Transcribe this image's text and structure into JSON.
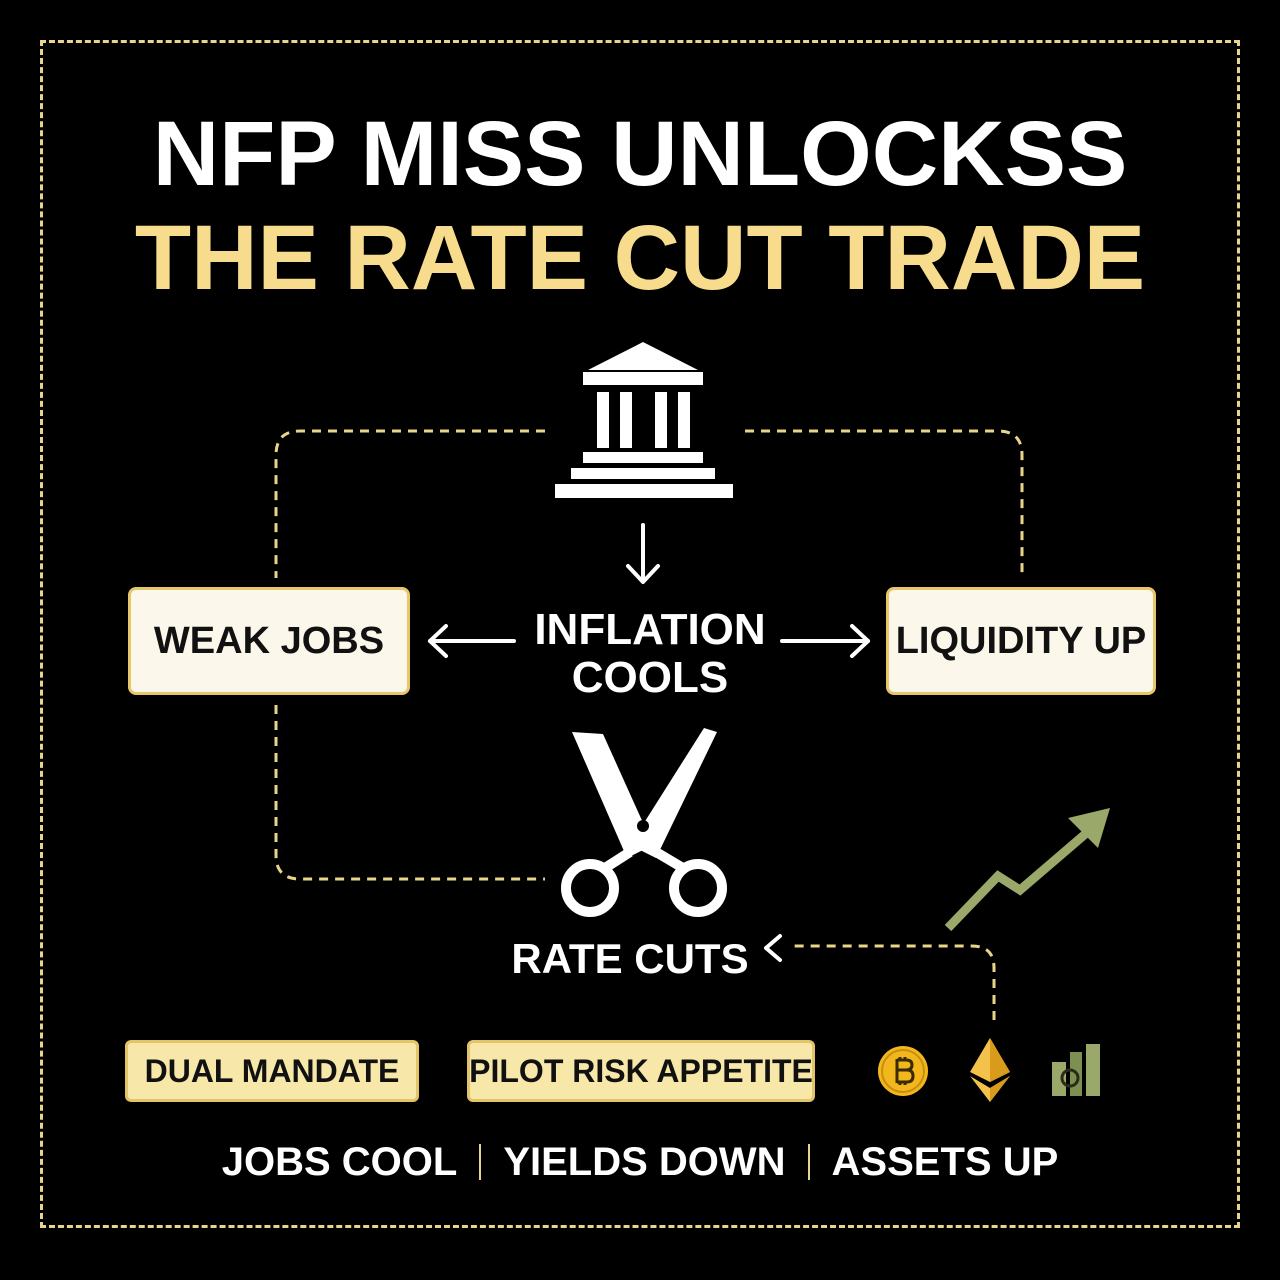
{
  "title": {
    "line1": "NFP MISS UNLOCKSS",
    "line2": "THE RATE CUT TRADE"
  },
  "diagram": {
    "center": {
      "line1": "INFLATION",
      "line2": "COOLS"
    },
    "left_box": "WEAK JOBS",
    "right_box": "LIQUIDITY UP",
    "bottom_label": "RATE CUTS"
  },
  "tags": {
    "dual": "DUAL MANDATE",
    "pilot": "PILOT RISK APPETITE"
  },
  "footer": {
    "items": [
      "JOBS COOL",
      "YIELDS DOWN",
      "ASSETS UP"
    ]
  },
  "icons": {
    "bank": "bank-icon",
    "scissors": "scissors-icon",
    "bitcoin": "bitcoin-icon",
    "ethereum": "ethereum-icon",
    "chart": "bar-chart-icon",
    "trend": "trend-up-arrow-icon"
  },
  "colors": {
    "background": "#000000",
    "accent_gold": "#f6dc8c",
    "box_fill": "#fbf7ea",
    "tag_fill": "#f7e7a8",
    "trend_green": "#9aa86a",
    "coin_gold": "#f2b71c"
  }
}
